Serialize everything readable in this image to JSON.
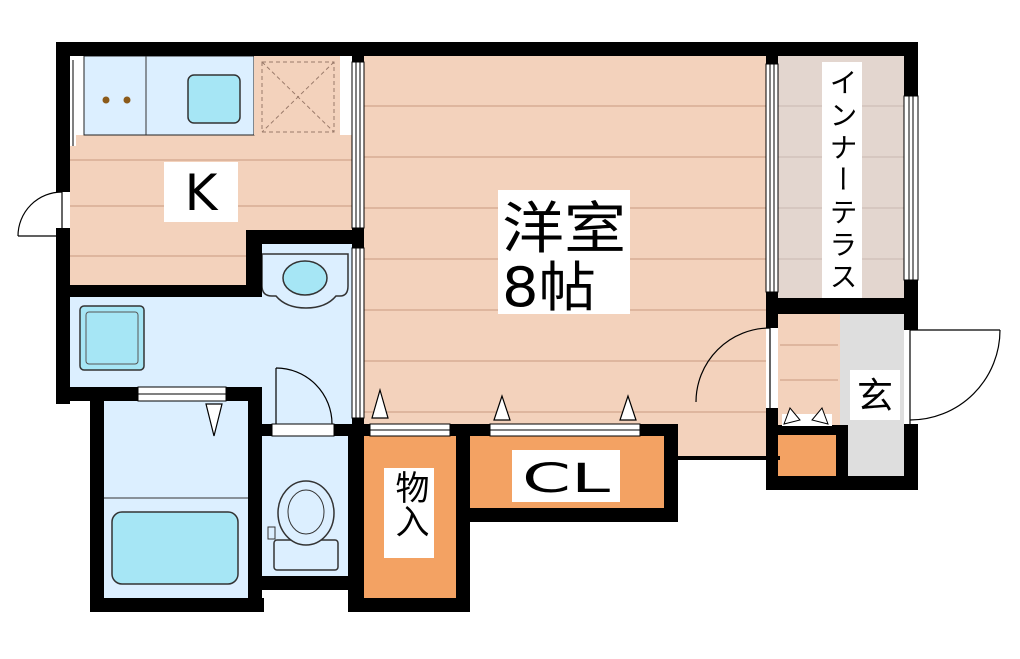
{
  "floorplan": {
    "rooms": {
      "kitchen": "K",
      "western_room_line1": "洋室",
      "western_room_line2": "8帖",
      "inner_terrace": "インナーテラス",
      "closet": "CL",
      "storage": "物入",
      "entrance": "玄"
    },
    "colors": {
      "wood_floor": "#f3d2bc",
      "wood_line": "#c89a80",
      "wet_area": "#dcefff",
      "fixture": "#a6e6f5",
      "storage": "#f3a263",
      "terrace": "#e3d6cf",
      "entrance": "#dedede",
      "wall": "#000000"
    }
  }
}
